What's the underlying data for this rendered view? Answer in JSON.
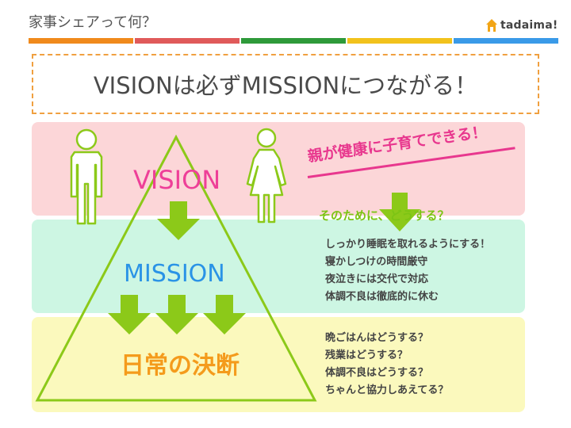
{
  "header": {
    "title": "家事シェアって何？",
    "logo_text": "tadaima!",
    "stripe_colors": [
      "#f08a1c",
      "#e05a5a",
      "#2e9a3a",
      "#f2c21c",
      "#3a9ae8"
    ]
  },
  "heading": "VISIONは必ずMISSIONにつながる！",
  "pyramid": {
    "vision_label": "VISION",
    "mission_label": "MISSION",
    "decision_label": "日常の決断"
  },
  "vision_statement": "親が健康に子育てできる！",
  "sub_question": "そのために、どうする？",
  "mission_items": [
    "しっかり睡眠を取れるようにする！",
    "寝かしつけの時間厳守",
    "夜泣きには交代で対応",
    "体調不良は徹底的に休む"
  ],
  "decision_items": [
    "晩ごはんはどうする？",
    "残業はどうする？",
    "体調不良はどうする？",
    "ちゃんと協力しあえてる？"
  ],
  "colors": {
    "pink_band": "#fcd6d8",
    "green_band": "#cdf6e3",
    "yellow_band": "#fbf9bd",
    "arrow": "#8cc919",
    "vision": "#ee3f98",
    "mission": "#2a93e6",
    "decision": "#f49b1c"
  }
}
